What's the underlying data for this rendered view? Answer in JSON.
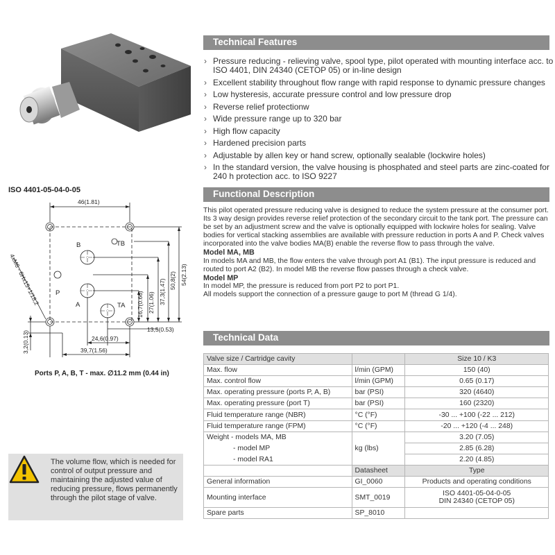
{
  "sections": {
    "features_title": "Technical Features",
    "functional_title": "Functional Description",
    "data_title": "Technical Data"
  },
  "features": [
    "Pressure reducing - relieving valve, spool type, pilot operated with mounting interface acc. to ISO 4401, DIN 24340 (CETOP 05) or in-line design",
    "Excellent stability throughout flow range with rapid response to dynamic pressure changes",
    "Low hysteresis, accurate pressure control and low pressure drop",
    "Reverse relief protectionw",
    "Wide pressure range up to 320 bar",
    "High flow capacity",
    "Hardened precision parts",
    "Adjustable by allen key or hand screw, optionally sealable (lockwire holes)",
    "In the standard version, the valve housing is phosphated and steel parts are zinc-coated for 240 h protection acc. to ISO 9227"
  ],
  "functional": {
    "intro": "This pilot operated pressure reducing valve is designed to reduce the system pressure at the consumer port. Its 3 way design provides reverse relief protection of the secondary circuit to the tank port. The pressure can be set by an adjustment screw and the valve is optionally equipped with lockwire holes for sealing. Valve bodies for vertical stacking assemblies are available with pressure reduction in ports A and P. Check valves incorporated into the valve bodies MA(B) enable the reverse flow to pass through the valve.",
    "model_ma_title": "Model MA, MB",
    "model_ma_text": "In models MA and MB, the flow enters the valve through port A1 (B1). The input pressure is reduced and routed to port A2 (B2). In model MB the reverse flow passes through a check valve.",
    "model_mp_title": "Model MP",
    "model_mp_text": "In model MP, the pressure is reduced from port P2 to port P1.",
    "gauge_text": "All models support the connection of a pressure gauge to port M (thread G 1/4)."
  },
  "tech_table": {
    "rows": [
      {
        "param": "Valve size / Cartridge cavity",
        "unit": "",
        "value": "Size 10 / K3"
      },
      {
        "param": "Max. flow",
        "unit": "l/min (GPM)",
        "value": "150 (40)"
      },
      {
        "param": "Max. control flow",
        "unit": "l/min (GPM)",
        "value": "0.65 (0.17)"
      },
      {
        "param": "Max. operating pressure (ports P, A, B)",
        "unit": "bar (PSI)",
        "value": "320 (4640)"
      },
      {
        "param": "Max. operating pressure (port T)",
        "unit": "bar (PSI)",
        "value": "160 (2320)"
      },
      {
        "param": "Fluid temperature range (NBR)",
        "unit": "°C (°F)",
        "value": "-30 ... +100 (-22 ... 212)"
      },
      {
        "param": "Fluid temperature range (FPM)",
        "unit": "°C (°F)",
        "value": "-20 ... +120 (-4 ... 248)"
      }
    ],
    "weight": {
      "label_ma": "Weight - models  MA, MB",
      "label_mp": "- model   MP",
      "label_ra": "- model   RA1",
      "unit": "kg (lbs)",
      "value_ma": "3.20 (7.05)",
      "value_mp": "2.85 (6.28)",
      "value_ra": "2.20 (4.85)"
    },
    "doc_header": {
      "datasheet": "Datasheet",
      "type": "Type"
    },
    "docs": [
      {
        "param": "General information",
        "datasheet": "GI_0060",
        "type": "Products and operating conditions",
        "type2": ""
      },
      {
        "param": "Mounting interface",
        "datasheet": "SMT_0019",
        "type": "ISO 4401-05-04-0-05",
        "type2": "DIN 24340 (CETOP 05)"
      },
      {
        "param": "Spare parts",
        "datasheet": "SP_8010",
        "type": "",
        "type2": ""
      }
    ]
  },
  "drawing": {
    "title": "ISO 4401-05-04-0-05",
    "caption": "Ports P, A, B, T - max. ∅11.2 mm (0.44 in)",
    "dim_top": "46(1.81)",
    "dim_bottom": "39,7(1.56)",
    "dim_246": "24,6(0.97)",
    "dim_32": "3,2(0.13)",
    "dim_135": "13,5(0.53)",
    "dim_167": "16,7(0.66)",
    "dim_27": "27(1.06)",
    "dim_373": "37,3(1.47)",
    "dim_508": "50,8(2)",
    "dim_54": "54(2.13)",
    "thread": "4xM6 - 6Hx15+1/18,2",
    "port_b": "B",
    "port_tb": "TB",
    "port_p": "P",
    "port_a": "A",
    "port_ta": "TA"
  },
  "warning": {
    "text": "The volume flow, which is needed for control of output pressure and maintaining the adjusted value of reducing pressure, flows permanently through the pilot stage of valve."
  },
  "colors": {
    "section_bar": "#8d8d8d",
    "table_head": "#e0e0e0",
    "warning_box": "#e0e0e0",
    "warning_icon": "#f2c200"
  }
}
